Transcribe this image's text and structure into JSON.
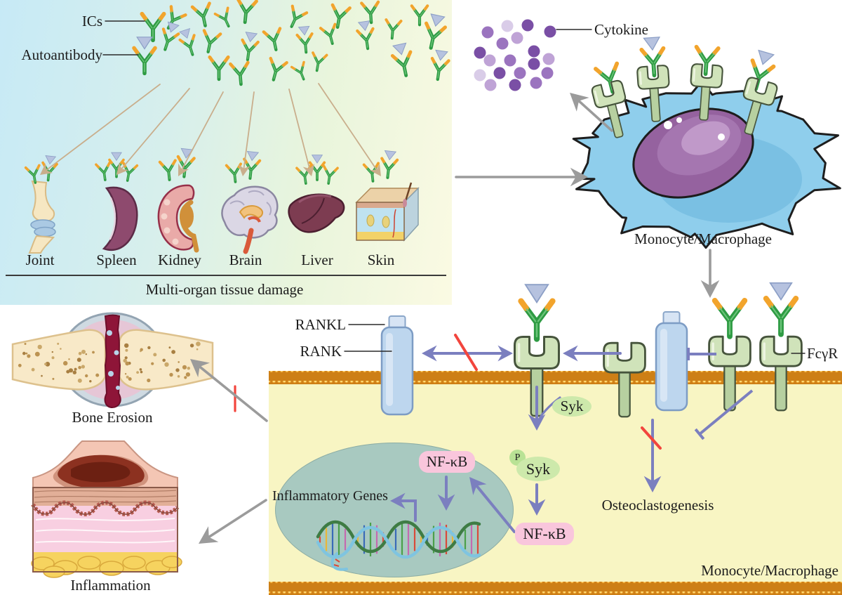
{
  "damage_panel": {
    "ics_label": "ICs",
    "autoantibody_label": "Autoantibody",
    "organs": [
      "Joint",
      "Spleen",
      "Kidney",
      "Brain",
      "Liver",
      "Skin"
    ],
    "caption": "Multi-organ tissue damage"
  },
  "macrophage_section": {
    "cytokine_label": "Cytokine",
    "cell_label": "Monocyte/Macrophage"
  },
  "pathway": {
    "rankl_label": "RANKL",
    "rank_label": "RANK",
    "fcgr_label": "FcγR",
    "syk_label": "Syk",
    "phospho_label": "P",
    "phospho_syk_label": "Syk",
    "nfkb_cyto": "NF-κB",
    "nfkb_nucleus": "NF-κB",
    "inflammatory_genes_label": "Inflammatory Genes",
    "osteoclastogenesis_label": "Osteoclastogenesis",
    "cell_label": "Monocyte/Macrophage"
  },
  "outcomes": {
    "bone_erosion_label": "Bone Erosion",
    "inflammation_label": "Inflammation"
  },
  "colors": {
    "arrow_purple": "#7b7fbf",
    "arrow_gray": "#9b9b9b",
    "inhibit_red": "#f2453d",
    "fan_arrow_tan": "#c9ae8c",
    "membrane_orange": "#efa231",
    "cytoplasm_yellow": "#f8f5c3",
    "nucleus_teal": "#a8c9c0",
    "nfkb_pink": "#f9c6dc",
    "syk_green": "#cde9ab",
    "antibody_green": "#2e9b43",
    "antibody_tip_orange": "#f2a42c",
    "antigen_blue": "#b6c2df",
    "cell_blue": "#8fceec",
    "cell_nucleus_purple": "#95629f"
  }
}
